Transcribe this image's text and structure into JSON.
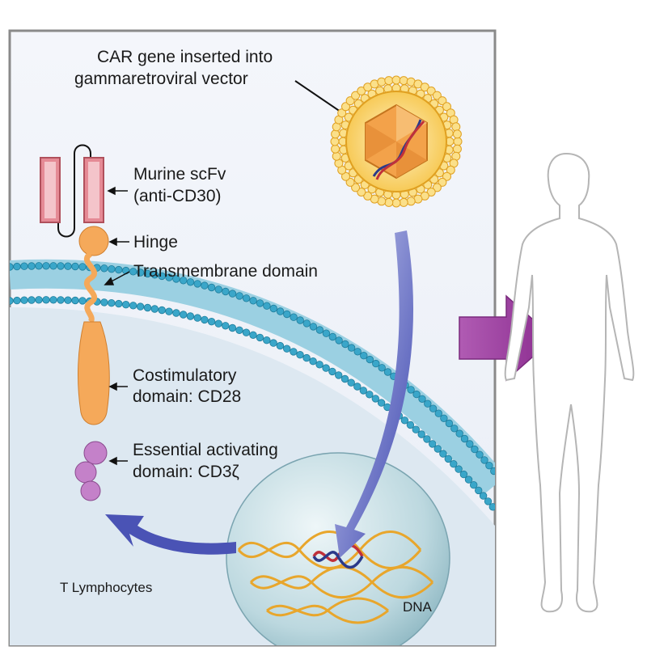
{
  "labels": {
    "vector_line1": "CAR gene inserted into",
    "vector_line2": "gammaretroviral vector",
    "scfv_line1": "Murine scFv",
    "scfv_line2": "(anti-CD30)",
    "hinge": "Hinge",
    "transmembrane": "Transmembrane domain",
    "costim_line1": "Costimulatory",
    "costim_line2": "domain: CD28",
    "activating_line1": "Essential activating",
    "activating_line2": "domain: CD3ζ",
    "cell": "T Lymphocytes",
    "nucleus": "DNA"
  },
  "colors": {
    "panel_border": "#8a8a8a",
    "membrane": "#3aa6c9",
    "scfv": "#e58a95",
    "car_body": "#f5a95a",
    "activating": "#c481c9",
    "process_arrow": "#4a53b5",
    "infusion_arrow": "#9b3a9e",
    "body_outline": "#bdbdbd",
    "virus_core": "#f0a040"
  }
}
